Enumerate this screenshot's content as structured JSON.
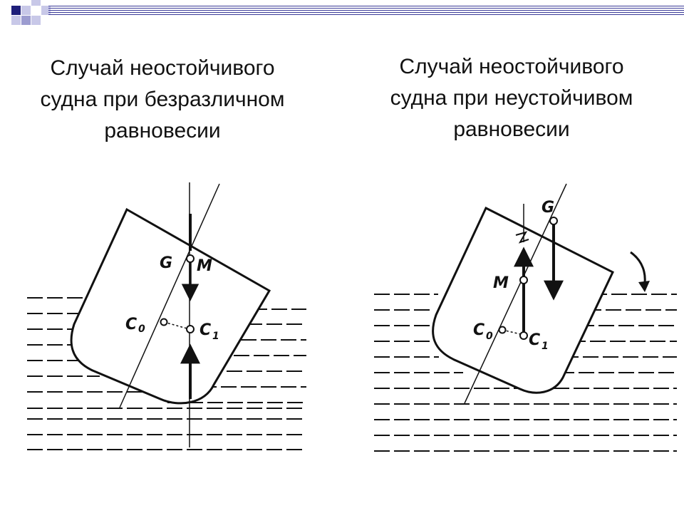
{
  "slide": {
    "accent_colors": [
      "#3b3b98",
      "#9c9cd0",
      "#c8c8e8"
    ],
    "corner_decoration": "squares-pattern-icon"
  },
  "left": {
    "caption_lines": [
      "Случай неостойчивого",
      "судна при безразличном",
      "равновесии"
    ],
    "labels": {
      "G": "G",
      "M": "M",
      "C0": "C",
      "C0_sub": "0",
      "C1": "C",
      "C1_sub": "1"
    }
  },
  "right": {
    "caption_lines": [
      "Случай неостойчивого",
      "судна при неустойчивом",
      "равновесии"
    ],
    "labels": {
      "G": "G",
      "M": "M",
      "C0": "C",
      "C0_sub": "0",
      "C1": "C",
      "C1_sub": "1"
    },
    "rotation_arrow": "curved-arrow-icon"
  }
}
